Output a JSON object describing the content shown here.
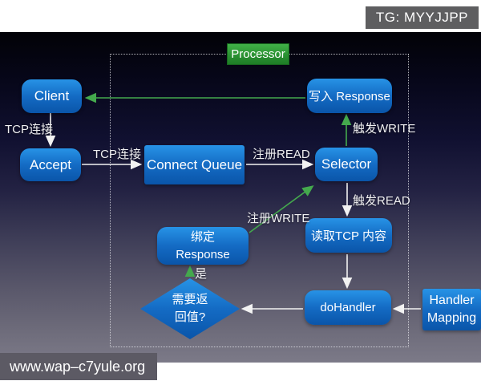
{
  "overlay": {
    "tg_badge": "TG: MYYJJPP",
    "watermark": "www.wap–c7yule.org"
  },
  "diagram": {
    "boundary_label": "Processor",
    "nodes": {
      "client": "Client",
      "accept": "Accept",
      "connect_queue": "Connect Queue",
      "selector": "Selector",
      "write_response": "写入 Response",
      "read_tcp": "读取TCP 内容",
      "do_handler": "doHandler",
      "handler_mapping": "Handler\nMapping",
      "bind_response": "绑定\nResponse",
      "need_return": "需要返\n回值?"
    },
    "edge_labels": {
      "tcp_conn_1": "TCP连接",
      "tcp_conn_2": "TCP连接",
      "register_read": "注册READ",
      "trigger_write": "触发WRITE",
      "trigger_read": "触发READ",
      "register_write": "注册WRITE",
      "yes": "是"
    },
    "colors": {
      "node_blue_top": "#2793e6",
      "node_blue_bottom": "#0a55a9",
      "processor_green": "#2a9132",
      "green_arrow": "#44a94d",
      "white_arrow": "#f2f2f2",
      "badge_gray": "#5e5e60",
      "background_top": "#020207",
      "background_bottom": "#7c7a88"
    }
  }
}
